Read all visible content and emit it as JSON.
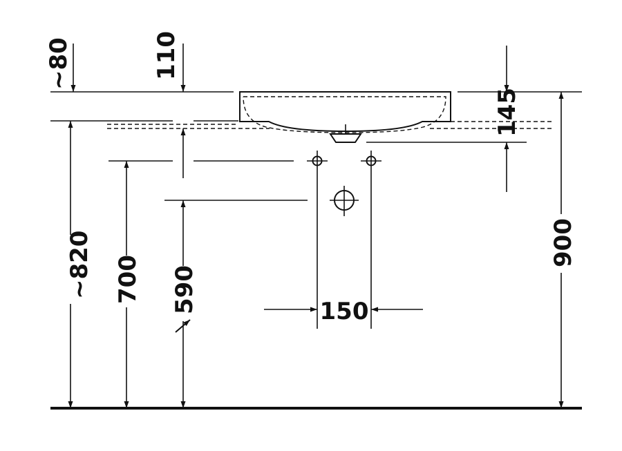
{
  "dimensions": {
    "approx_80": "~80",
    "d110": "110",
    "d145": "145",
    "approx_820": "~820",
    "d700": "700",
    "d590": "590",
    "d150": "150",
    "d900": "900"
  }
}
